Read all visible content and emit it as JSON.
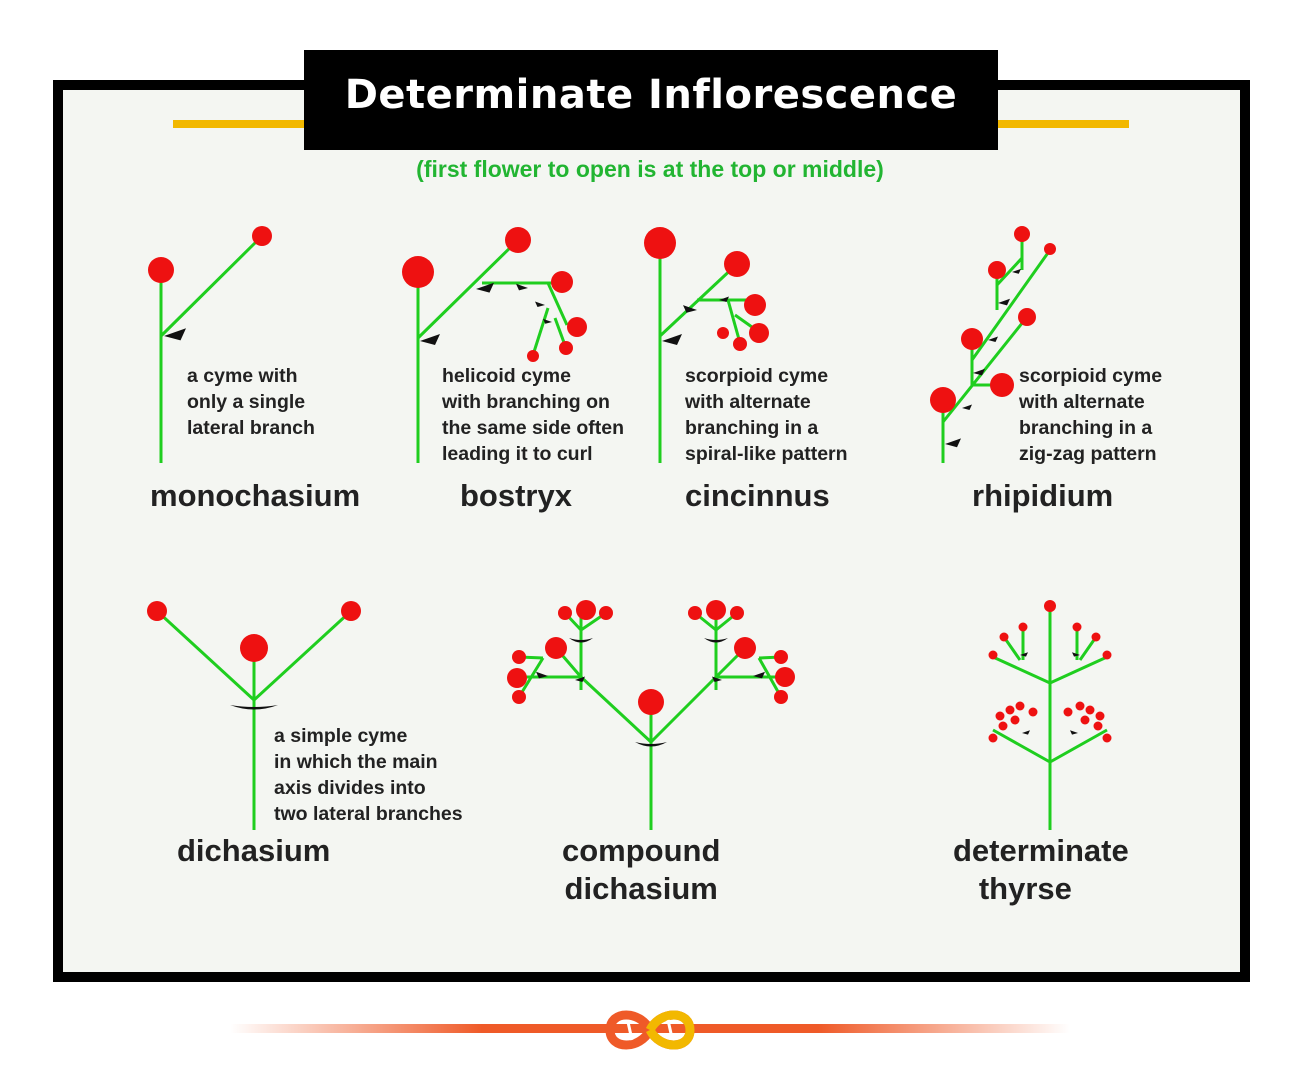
{
  "title": "Determinate Inflorescence",
  "subtitle": "(first flower to open is at the top or middle)",
  "colors": {
    "stem": "#1fce1f",
    "flower": "#ee1111",
    "bract": "#111111",
    "accent": "#f2b800",
    "subtitle": "#22b532",
    "footer": "#ef5a28"
  },
  "types": [
    {
      "name": "monochasium",
      "description": "a cyme with\nonly a single\nlateral branch"
    },
    {
      "name": "bostryx",
      "description": "helicoid cyme\nwith branching on\nthe same side often\nleading it to curl"
    },
    {
      "name": "cincinnus",
      "description": "scorpioid cyme\nwith alternate\nbranching in a\nspiral-like pattern"
    },
    {
      "name": "rhipidium",
      "description": "scorpioid cyme\nwith alternate\nbranching in a\nzig-zag pattern"
    },
    {
      "name": "dichasium",
      "description": "a simple cyme\nin which the main\naxis divides into\ntwo lateral branches"
    },
    {
      "name": "compound\ndichasium",
      "description": ""
    },
    {
      "name": "determinate\n   thyrse",
      "description": ""
    }
  ],
  "logo": {
    "icon": "infinity-logo-icon"
  }
}
